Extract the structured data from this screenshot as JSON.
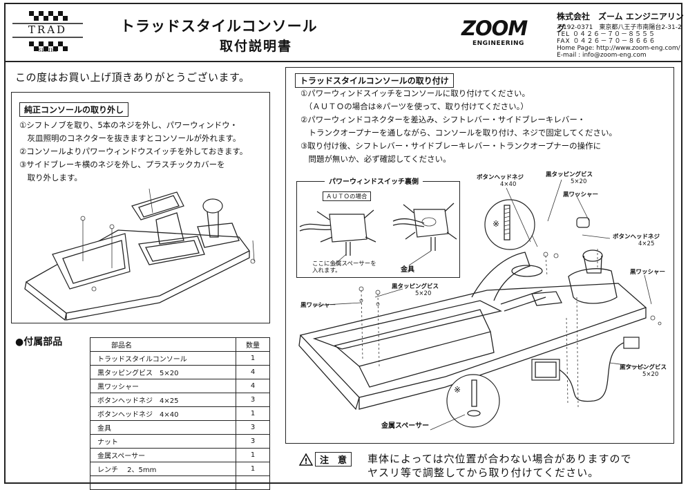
{
  "logo": {
    "word": "TRAD",
    "series": "SERIES"
  },
  "title": {
    "line1": "トラッドスタイルコンソール",
    "line2": "取付説明書"
  },
  "company": {
    "logo_text": "ZOOM",
    "logo_sub": "ENGINEERING",
    "name": "株式会社　ズーム エンジニアリング",
    "address": "〒192-0371　東京都八王子市南陽台2-31-2",
    "tel": "TEL ０４２６－７０－８５５５",
    "fax": "FAX ０４２６－７０－８６６６",
    "homepage": "Home Page: http://www.zoom-eng.com/",
    "email": "E-mail : info@zoom-eng.com"
  },
  "intro": "この度はお買い上げ頂きありがとうございます。",
  "removal": {
    "header": "純正コンソールの取り外し",
    "lines": [
      "①シフトノブを取り、5本のネジを外し、パワーウィンドウ・",
      "　灰皿照明のコネクターを抜きますとコンソールが外れます。",
      "②コンソールよりパワーウィンドウスイッチを外しておきます。",
      "③サイドブレーキ横のネジを外し、プラスチックカバーを",
      "　取り外します。"
    ]
  },
  "parts": {
    "header": "●付属部品",
    "col_name": "部品名",
    "col_qty": "数量",
    "rows": [
      {
        "name": "トラッドスタイルコンソール",
        "qty": "1"
      },
      {
        "name": "黒タッピングビス　5×20",
        "qty": "4"
      },
      {
        "name": "黒ワッシャー",
        "qty": "4"
      },
      {
        "name": "ボタンヘッドネジ　4×25",
        "qty": "3"
      },
      {
        "name": "ボタンヘッドネジ　4×40",
        "qty": "1"
      },
      {
        "name": "金具",
        "qty": "3"
      },
      {
        "name": "ナット",
        "qty": "3"
      },
      {
        "name": "金属スペーサー",
        "qty": "1"
      },
      {
        "name": "レンチ　 2、5mm",
        "qty": "1"
      },
      {
        "name": "",
        "qty": ""
      }
    ]
  },
  "install": {
    "header": "トラッドスタイルコンソールの取り付け",
    "lines": [
      "①パワーウィンドスイッチをコンソールに取り付けてください。",
      "　（ＡＵＴＯの場合は※パーツを使って、取り付けてください。）",
      "②パワーウィンドコネクターを差込み、シフトレバー・サイドブレーキレバー・",
      "　トランクオープナーを通しながら、コンソールを取り付け、ネジで固定してください。",
      "③取り付け後、シフトレバー・サイドブレーキレバー・トランクオープナーの操作に",
      "　問題が無いか、必ず確認してください。"
    ]
  },
  "switch_back": {
    "title": "パワーウィンドスイッチ裏側",
    "auto": "ＡＵＴＯの場合",
    "spacer_note_1": "ここに金属スペーサーを",
    "spacer_note_2": "入れます。",
    "bracket": "金具"
  },
  "callouts": {
    "button_head_440": "ボタンヘッドネジ",
    "size_440": "4×40",
    "tapping_top": "黒タッピングビス",
    "size_top": "5×20",
    "washer_top": "黒ワッシャー",
    "button_head_425": "ボタンヘッドネジ",
    "size_425": "4×25",
    "washer_right": "黒ワッシャー",
    "tapping_left": "黒タッピングビス",
    "size_left": "5×20",
    "washer_left": "黒ワッシャー",
    "tapping_right": "黒タッピングビス",
    "size_right": "5×20",
    "spacer": "金属スペーサー",
    "mark": "※"
  },
  "caution": {
    "label": "注　意",
    "line1": "車体によっては穴位置が合わない場合がありますので",
    "line2": "ヤスリ等で調整してから取り付けてください。"
  }
}
